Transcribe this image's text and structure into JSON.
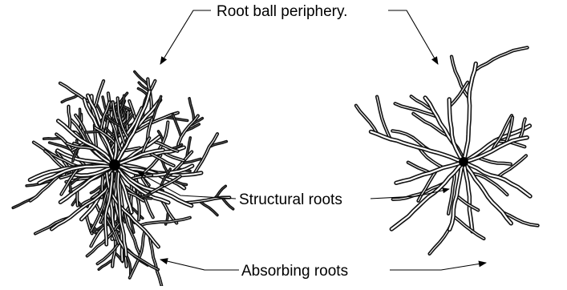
{
  "labels": {
    "periphery": "Root ball periphery.",
    "structural": "Structural roots",
    "absorbing": "Absorbing roots"
  },
  "colors": {
    "line": "#000000",
    "background": "#ffffff"
  },
  "diagrams": [
    {
      "name": "dense-root-ball"
    },
    {
      "name": "sparse-root-system"
    }
  ]
}
